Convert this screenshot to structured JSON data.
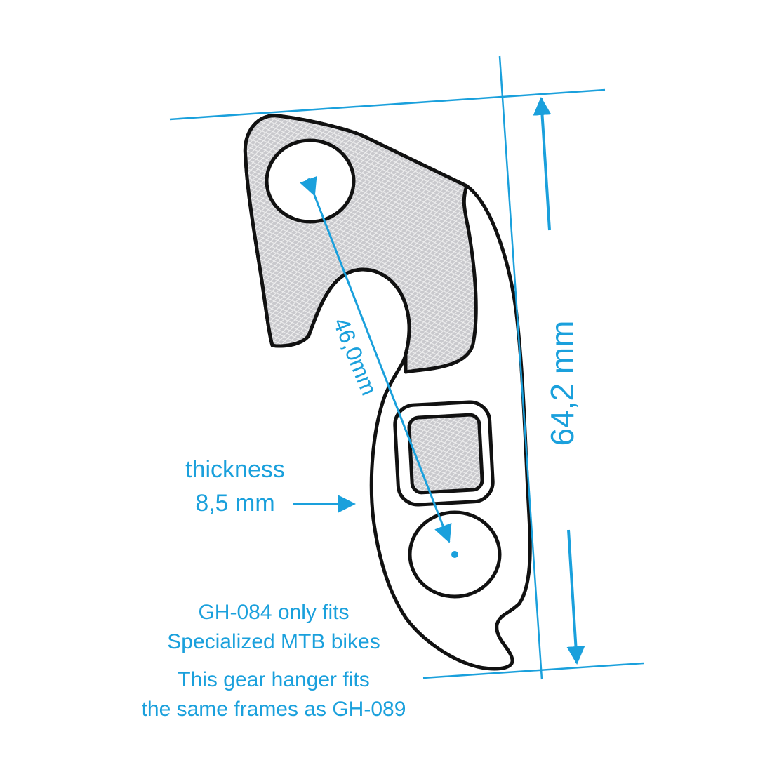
{
  "dimensions": {
    "height": "64,2 mm",
    "hole_distance": "46,0mm"
  },
  "thickness": {
    "label": "thickness",
    "value": "8,5 mm"
  },
  "notes": [
    "GH-084 only fits",
    "Specialized MTB bikes",
    "This gear hanger fits",
    "the same frames as GH-089"
  ],
  "colors": {
    "accent": "#1aa0dc",
    "outline": "#111111",
    "hatch_fill": "#c8c8cc"
  }
}
